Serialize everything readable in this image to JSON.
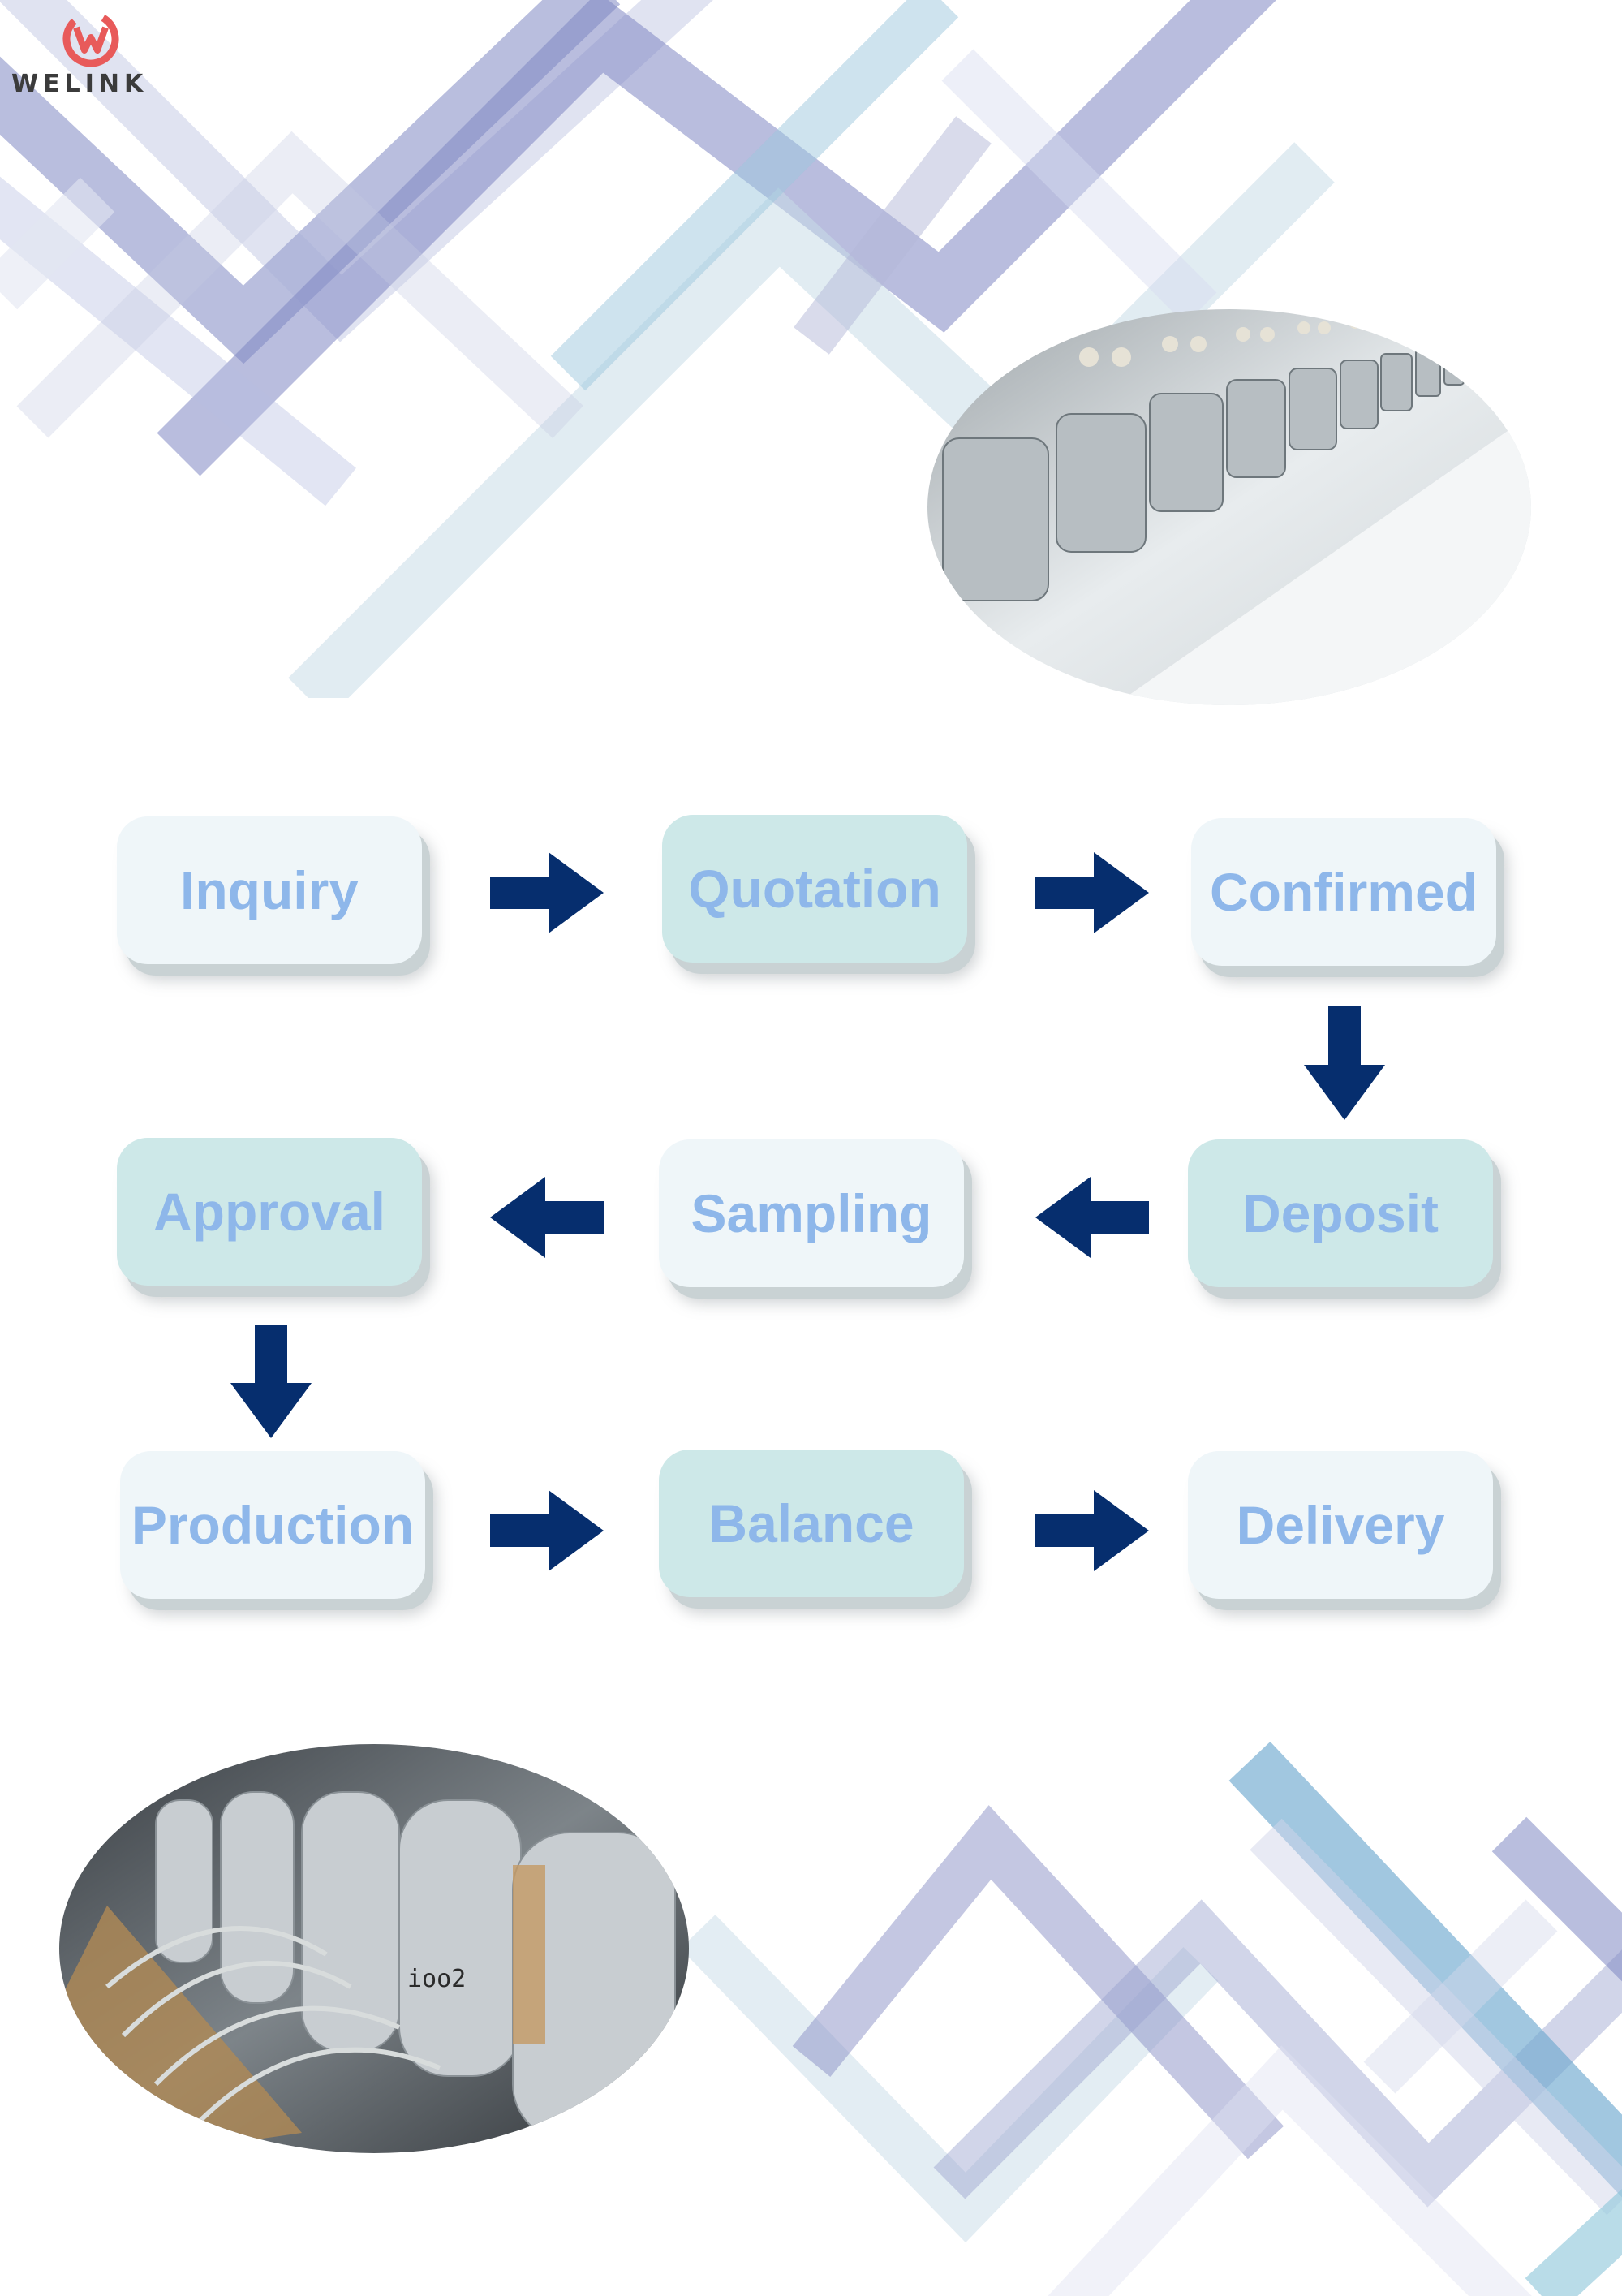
{
  "logo": {
    "text": "WELINK",
    "icon": "welink-w-logo-icon",
    "color": "#e85a5a"
  },
  "colors": {
    "step_text": "#8eb7ea",
    "step_light": "#eff6f9",
    "step_teal": "#cde8e8",
    "arrow": "#062e6e"
  },
  "photos": {
    "top": "embroidery-machine-heads-photo",
    "bottom": "aluminum-machine-parts-photo"
  },
  "steps": {
    "inquiry": "Inquiry",
    "quotation": "Quotation",
    "confirmed": "Confirmed",
    "deposit": "Deposit",
    "sampling": "Sampling",
    "approval": "Approval",
    "production": "Production",
    "balance": "Balance",
    "delivery": "Delivery"
  }
}
